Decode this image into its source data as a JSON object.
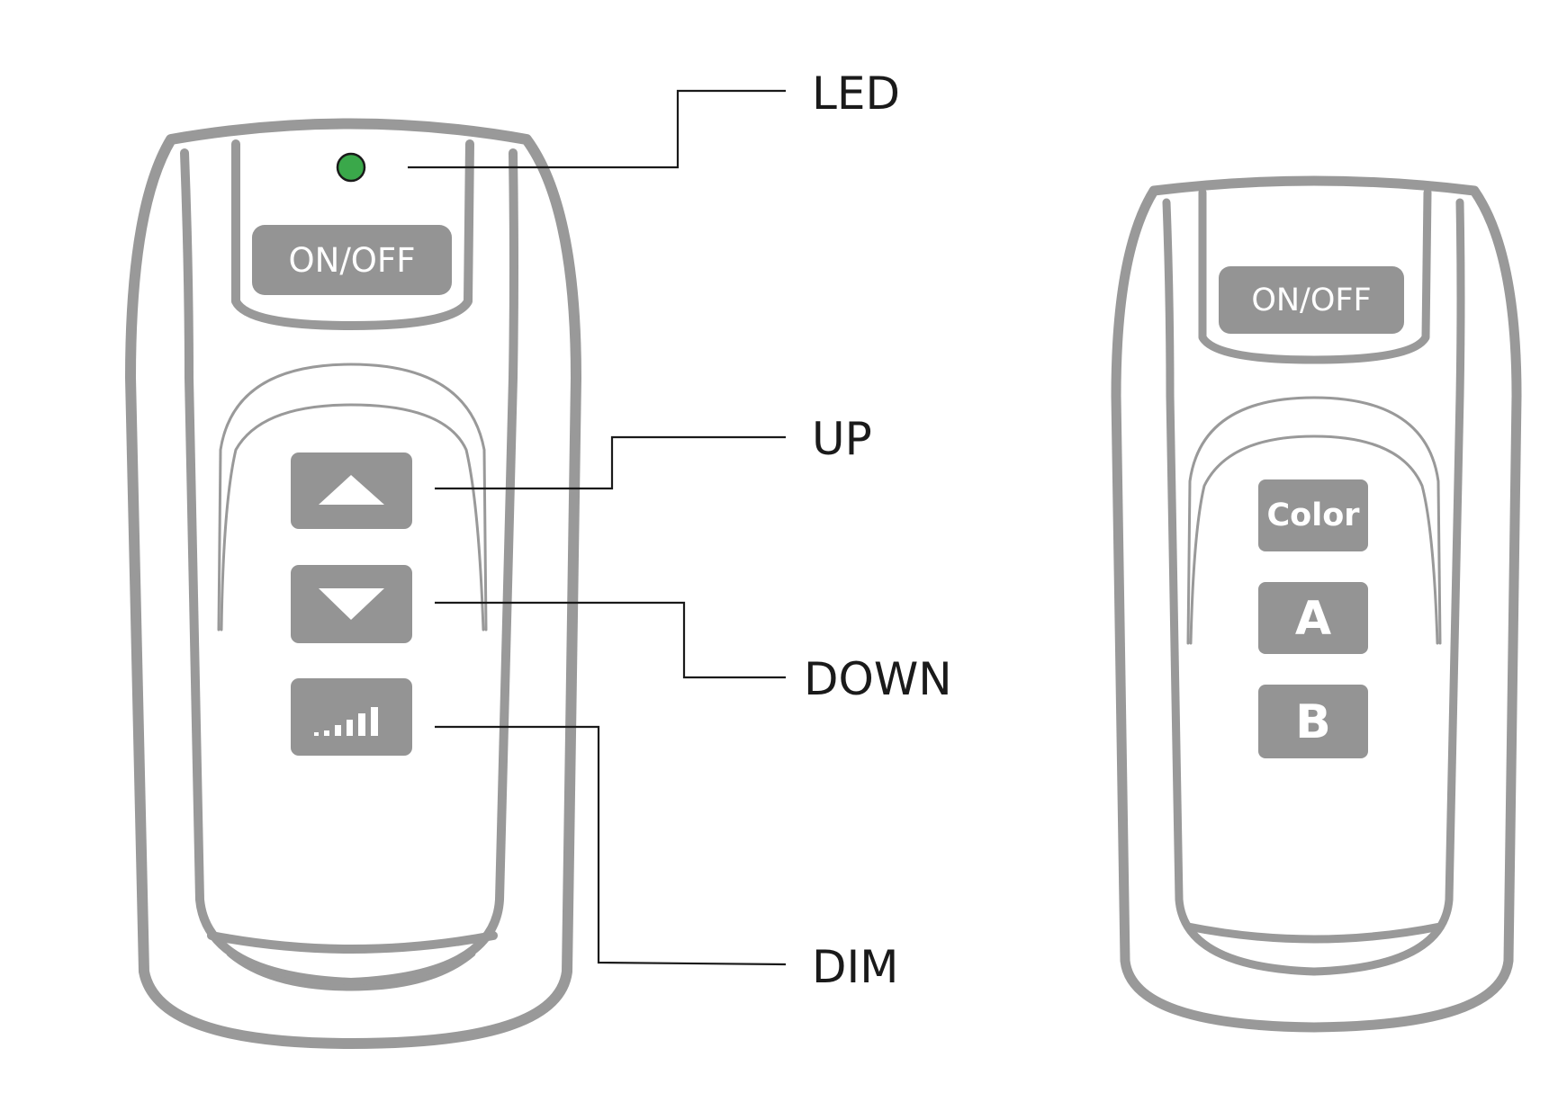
{
  "colors": {
    "outline": "#999999",
    "button": "#949494",
    "button_text": "#ffffff",
    "led": "#3aa84a",
    "callout_line": "#1a1a1a",
    "callout_text": "#1a1a1a"
  },
  "remote_dimmer": {
    "on_off_label": "ON/OFF",
    "up_icon": "triangle-up-icon",
    "down_icon": "triangle-down-icon",
    "dim_icon": "signal-bars-icon"
  },
  "remote_color": {
    "on_off_label": "ON/OFF",
    "color_label": "Color",
    "a_label": "A",
    "b_label": "B"
  },
  "callouts": {
    "led": "LED",
    "up": "UP",
    "down": "DOWN",
    "dim": "DIM"
  }
}
